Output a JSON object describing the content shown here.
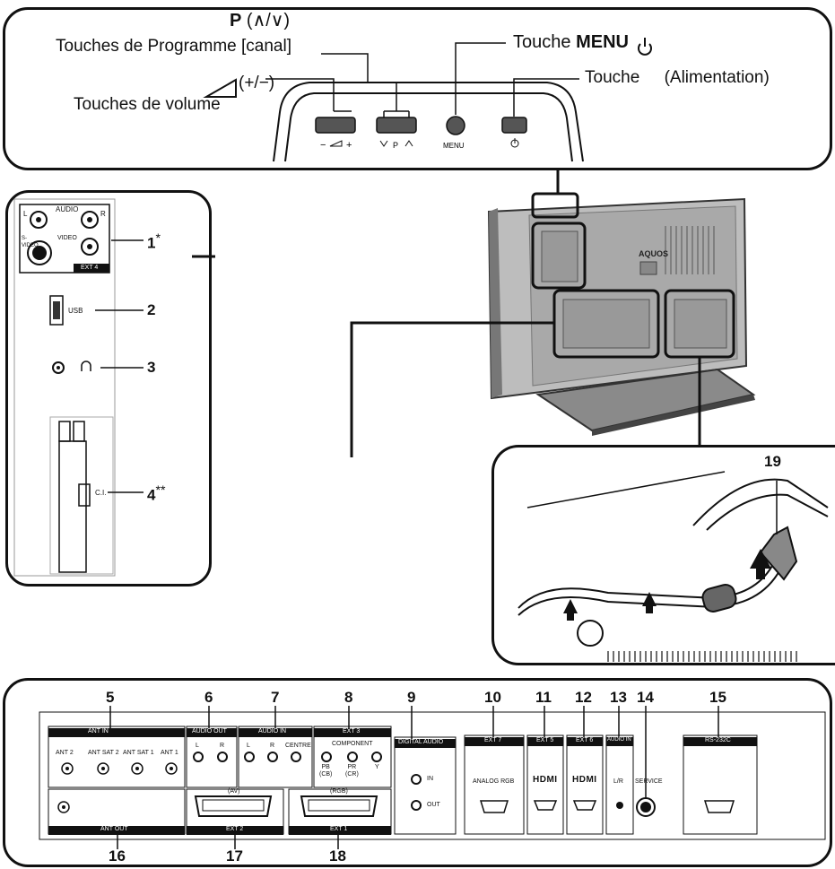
{
  "top_panel": {
    "p_label": "P",
    "p_arrows": "(∧/∨)",
    "program_keys": "Touches de Programme [canal]",
    "menu_prefix": "Touche",
    "menu_key": "MENU",
    "power_prefix": "Touche",
    "power_suffix": "(Alimentation)",
    "volume_symbol": "(+/−)",
    "volume_keys": "Touches de volume",
    "btn_vol_minus": "−",
    "btn_vol_plus": "+",
    "btn_p": "P",
    "btn_menu": "MENU"
  },
  "side_panel": {
    "audio": "AUDIO",
    "l": "L",
    "r": "R",
    "svideo": "S-VIDEO",
    "video": "VIDEO",
    "ext4": "EXT 4",
    "usb": "USB",
    "ci": "C.I.",
    "callouts": [
      {
        "num": "1",
        "mark": "*"
      },
      {
        "num": "2",
        "mark": ""
      },
      {
        "num": "3",
        "mark": ""
      },
      {
        "num": "4",
        "mark": "**"
      }
    ]
  },
  "tv": {
    "brand": "AQUOS"
  },
  "power_cord": {
    "num": "19"
  },
  "bottom_panel": {
    "numbers": [
      "5",
      "6",
      "7",
      "8",
      "9",
      "10",
      "11",
      "12",
      "13",
      "14",
      "15",
      "16",
      "17",
      "18"
    ],
    "ant_in": "ANT IN",
    "ant2": "ANT 2",
    "antsat2": "ANT SAT 2",
    "antsat1": "ANT SAT 1",
    "ant1": "ANT 1",
    "ant_out": "ANT OUT",
    "audio_out": "AUDIO OUT",
    "audio_in": "AUDIO IN",
    "l": "L",
    "r": "R",
    "centre": "CENTRE",
    "ext3": "EXT 3",
    "component": "COMPONENT",
    "pb": "PB",
    "cb": "(CB)",
    "pr": "PR",
    "cr": "(CR)",
    "y": "Y",
    "av": "(AV)",
    "ext2": "EXT 2",
    "rgb": "(RGB)",
    "ext1": "EXT 1",
    "digital_audio": "DIGITAL AUDIO",
    "in": "IN",
    "out": "OUT",
    "ext7": "EXT 7",
    "analog_rgb": "ANALOG RGB",
    "ext5": "EXT 5",
    "ext6": "EXT 6",
    "hdmi": "HDMI",
    "audio_in2": "AUDIO IN",
    "lr": "L/R",
    "service": "SERVICE",
    "rs232c": "RS-232C"
  }
}
